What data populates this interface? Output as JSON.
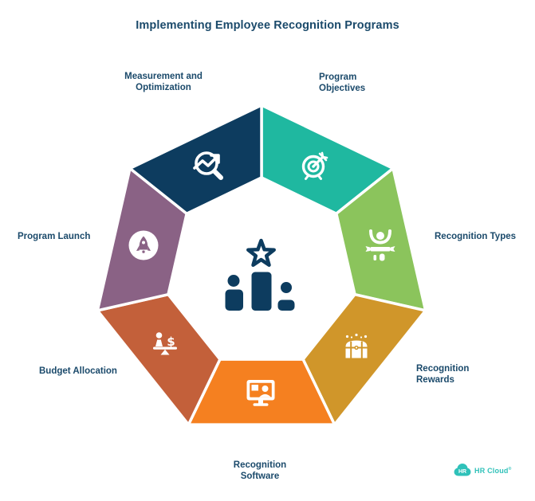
{
  "title": "Implementing Employee Recognition Programs",
  "text_color": "#1b4a6b",
  "center": {
    "icon": "ranking-podium-star-icon",
    "color": "#0d3c5f"
  },
  "segments": [
    {
      "id": "program-objectives",
      "label_lines": [
        "Program",
        "Objectives"
      ],
      "color": "#1fb8a0",
      "icon": "target-arrow-icon"
    },
    {
      "id": "recognition-types",
      "label_lines": [
        "Recognition Types"
      ],
      "color": "#8bc45c",
      "icon": "winner-celebration-icon"
    },
    {
      "id": "recognition-rewards",
      "label_lines": [
        "Recognition",
        "Rewards"
      ],
      "color": "#d0962a",
      "icon": "treasure-chest-icon"
    },
    {
      "id": "recognition-software",
      "label_lines": [
        "Recognition",
        "Software"
      ],
      "color": "#f58020",
      "icon": "monitor-user-icon"
    },
    {
      "id": "budget-allocation",
      "label_lines": [
        "Budget Allocation"
      ],
      "color": "#c3603a",
      "icon": "balance-scale-money-icon",
      "icon_glyph": "$"
    },
    {
      "id": "program-launch",
      "label_lines": [
        "Program Launch"
      ],
      "color": "#8a6285",
      "icon": "rocket-icon"
    },
    {
      "id": "measurement-optimization",
      "label_lines": [
        "Measurement and",
        "Optimization"
      ],
      "color": "#0d3c5f",
      "icon": "chart-magnifier-icon"
    }
  ],
  "brand": {
    "badge_text": "HR",
    "name": "HR Cloud",
    "reg_mark": "®",
    "color": "#2fc1b9"
  }
}
